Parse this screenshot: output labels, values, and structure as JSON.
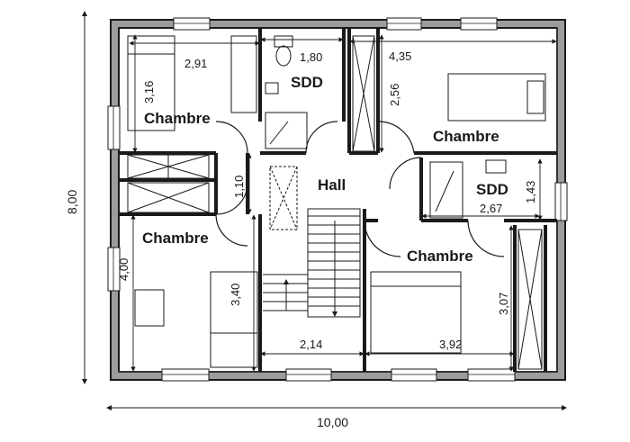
{
  "colors": {
    "wall": "#3a3a3a",
    "line": "#1a1a1a",
    "light": "#888888",
    "background": "#ffffff"
  },
  "rooms": {
    "chambre_top_left": "Chambre",
    "sdd_top": "SDD",
    "chambre_top_right": "Chambre",
    "hall": "Hall",
    "sdd_right": "SDD",
    "chambre_bottom_left": "Chambre",
    "chambre_bottom_right": "Chambre"
  },
  "dimensions": {
    "tl_width": "2,91",
    "tl_depth": "3,16",
    "sdd_top_width": "1,80",
    "tr_width": "4,35",
    "tr_closet": "2,56",
    "hall_depth": "1,10",
    "sdd_right_depth": "1,43",
    "sdd_right_width": "2,67",
    "bl_depth": "4,00",
    "bl_closet": "3,40",
    "stair_width": "2,14",
    "br_width": "3,92",
    "br_depth": "3,07",
    "overall_height": "8,00",
    "overall_width": "10,00"
  }
}
